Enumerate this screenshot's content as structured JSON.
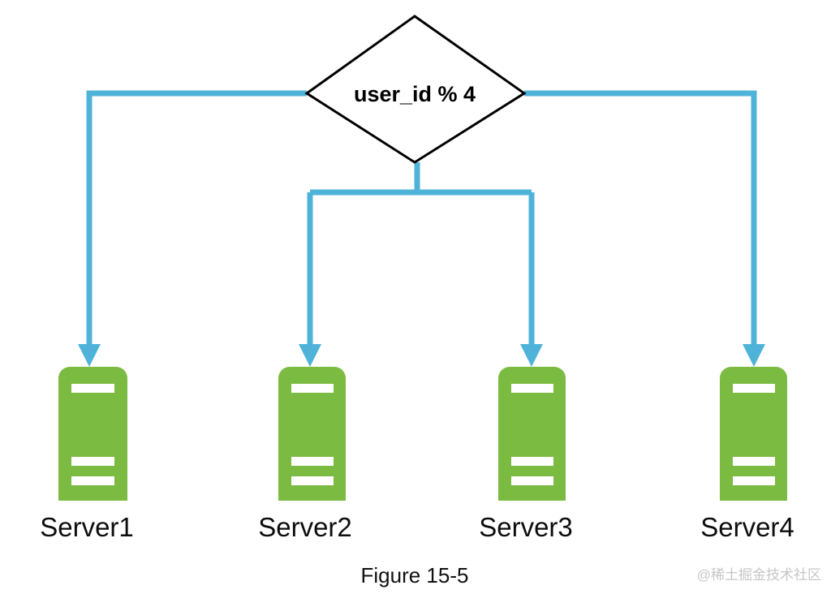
{
  "figure": {
    "caption": "Figure 15-5",
    "watermark": "@稀土掘金技术社区"
  },
  "colors": {
    "connector": "#4FB3D9",
    "server_fill": "#7CBB42",
    "server_bar": "#FFFFFF",
    "decision_stroke": "#000000",
    "decision_fill": "#FFFFFF",
    "background": "#FFFFFF",
    "label_text": "#0D0D0D",
    "watermark_text": "#C6C6C6"
  },
  "decision": {
    "label": "user_id % 4",
    "shape": "diamond"
  },
  "servers": [
    {
      "label": "Server1",
      "icon": "server-icon"
    },
    {
      "label": "Server2",
      "icon": "server-icon"
    },
    {
      "label": "Server3",
      "icon": "server-icon"
    },
    {
      "label": "Server4",
      "icon": "server-icon"
    }
  ],
  "connectors": [
    {
      "from": "decision",
      "to": "Server1",
      "source_port": "left"
    },
    {
      "from": "decision",
      "to": "Server2",
      "source_port": "bottom"
    },
    {
      "from": "decision",
      "to": "Server3",
      "source_port": "bottom"
    },
    {
      "from": "decision",
      "to": "Server4",
      "source_port": "right"
    }
  ]
}
